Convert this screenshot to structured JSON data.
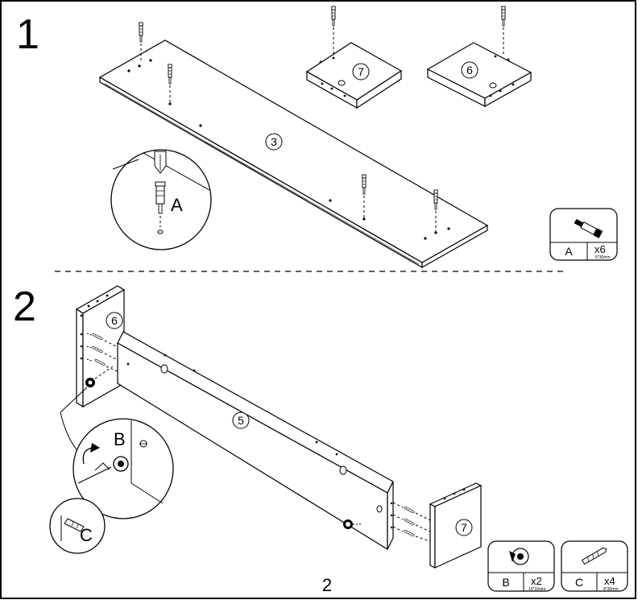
{
  "steps": [
    {
      "number": "1"
    },
    {
      "number": "2"
    }
  ],
  "parts": {
    "p3": "3",
    "p5": "5",
    "p6_top": "6",
    "p6_bottom": "6",
    "p7_top": "7",
    "p7_bottom": "7"
  },
  "callouts": {
    "a": "A",
    "b": "B",
    "c": "C"
  },
  "legend": [
    {
      "letter": "A",
      "count": "x6",
      "spec": "6*30mm"
    },
    {
      "letter": "B",
      "count": "x2",
      "spec": "15*10mm"
    },
    {
      "letter": "C",
      "count": "x4",
      "spec": "8*30mm"
    }
  ],
  "page_number": "2"
}
